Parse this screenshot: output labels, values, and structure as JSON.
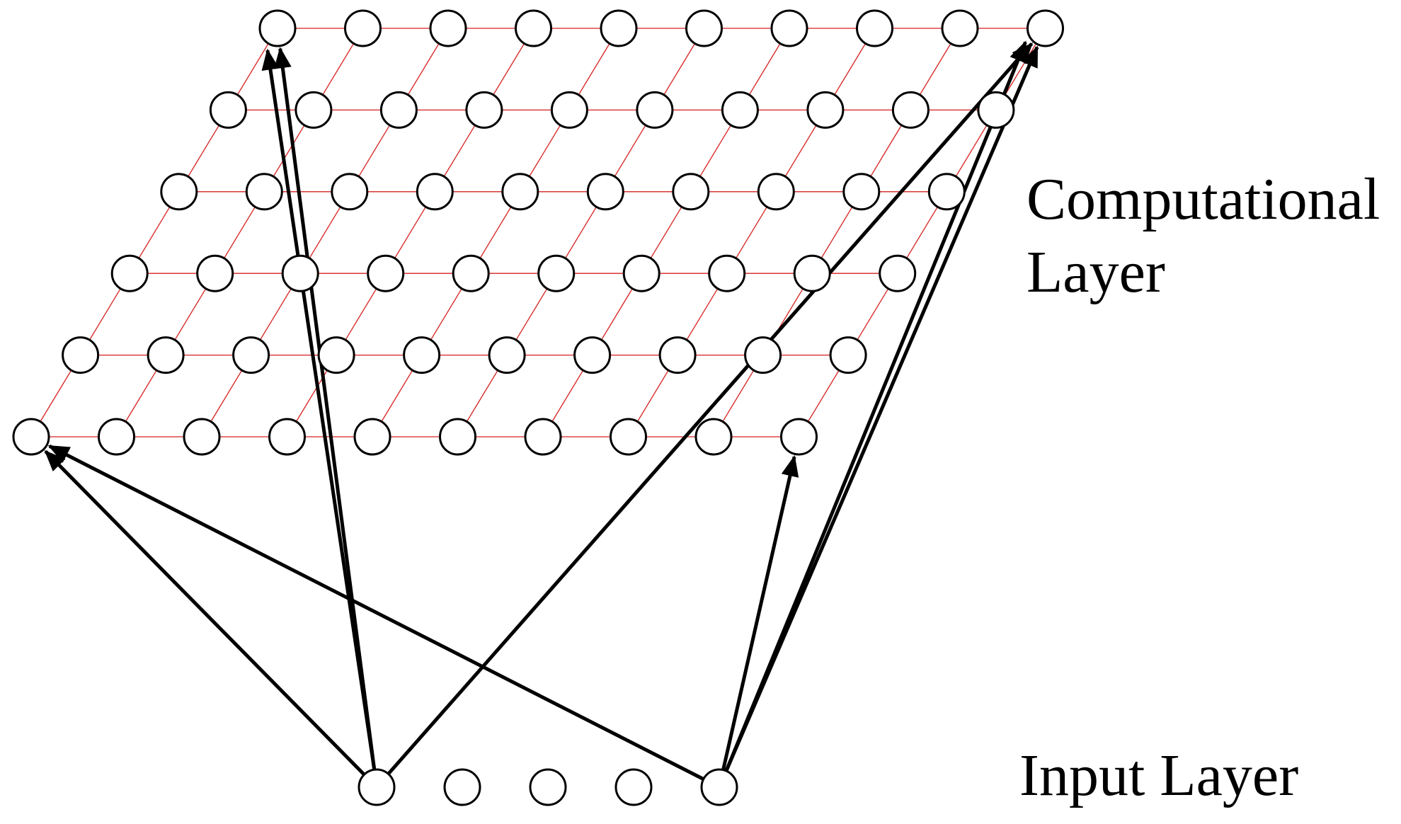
{
  "labels": {
    "computational_layer_line1": "Computational",
    "computational_layer_line2": "Layer",
    "input_layer": "Input Layer"
  },
  "computational_layer": {
    "rows": 6,
    "columns": 10,
    "grid_edge_color": "#d62020"
  },
  "input_layer": {
    "neurons": 5
  },
  "connections": [
    {
      "from_input": 0,
      "to_row": 0,
      "to_col": 0
    },
    {
      "from_input": 0,
      "to_row": 5,
      "to_col": 0
    },
    {
      "from_input": 0,
      "to_row": 0,
      "to_col": 9
    },
    {
      "from_input": 0,
      "to_row": 0,
      "to_col": 0
    },
    {
      "from_input": 4,
      "to_row": 0,
      "to_col": 9
    },
    {
      "from_input": 4,
      "to_row": 5,
      "to_col": 0
    },
    {
      "from_input": 4,
      "to_row": 5,
      "to_col": 9
    },
    {
      "from_input": 4,
      "to_row": 0,
      "to_col": 9
    }
  ],
  "colors": {
    "node_stroke": "#000000",
    "node_fill": "#ffffff",
    "arrow": "#000000"
  }
}
